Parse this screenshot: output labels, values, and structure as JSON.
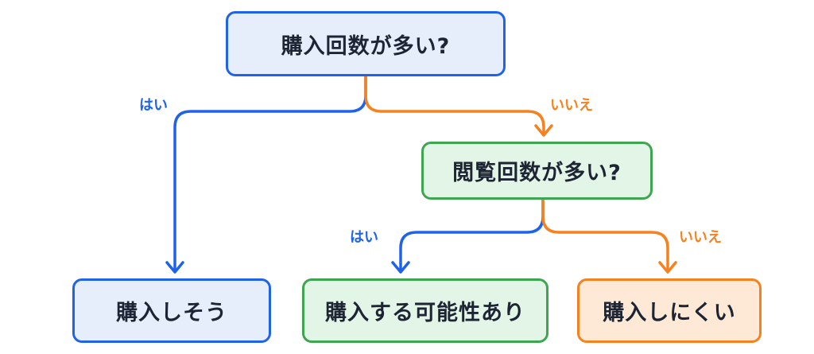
{
  "nodes": {
    "q1": "購入回数が多い?",
    "q2": "閲覧回数が多い?",
    "r1": "購入しそう",
    "r2": "購入する可能性あり",
    "r3": "購入しにくい"
  },
  "edges": {
    "q1_yes": "はい",
    "q1_no": "いいえ",
    "q2_yes": "はい",
    "q2_no": "いいえ"
  },
  "colors": {
    "yes": "#1e63e9",
    "no": "#f5821f",
    "blue_fill": "#e6eefc",
    "green_fill": "#e3f5e6",
    "green_border": "#3ea650",
    "orange_fill": "#fee9d6"
  }
}
